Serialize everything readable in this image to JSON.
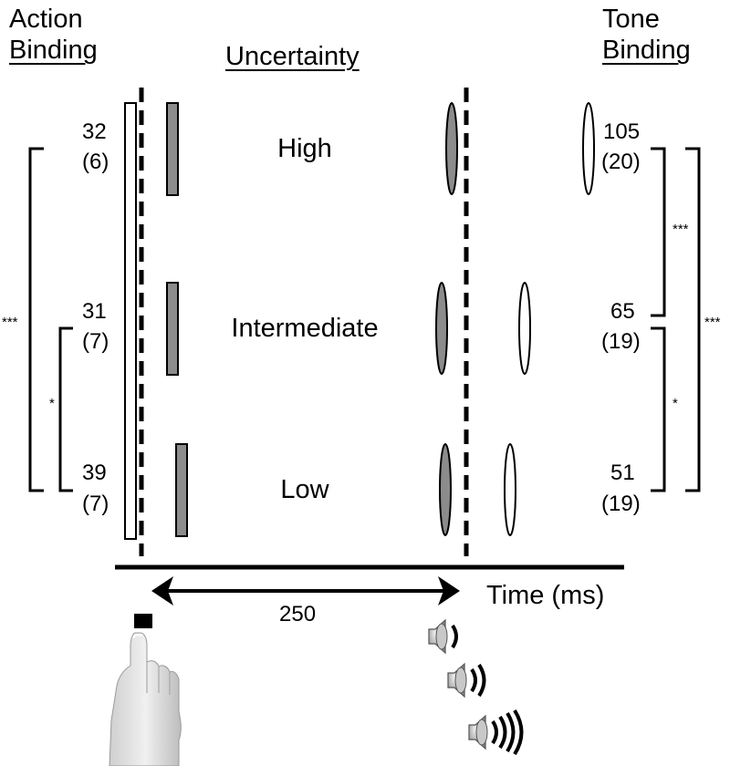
{
  "headers": {
    "action_binding": [
      "Action",
      "Binding"
    ],
    "uncertainty": "Uncertainty",
    "tone_binding": [
      "Tone",
      "Binding"
    ]
  },
  "conditions": [
    {
      "label": "High",
      "action_mean": "32",
      "action_sd": "(6)",
      "tone_mean": "105",
      "tone_sd": "(20)"
    },
    {
      "label": "Intermediate",
      "action_mean": "31",
      "action_sd": "(7)",
      "tone_mean": "65",
      "tone_sd": "(19)"
    },
    {
      "label": "Low",
      "action_mean": "39",
      "action_sd": "(7)",
      "tone_mean": "51",
      "tone_sd": "(19)"
    }
  ],
  "significance": {
    "action_high_low": "***",
    "action_intermediate_low": "*",
    "tone_high_intermediate": "***",
    "tone_intermediate_low": "*",
    "tone_high_low": "***"
  },
  "time_axis": {
    "label": "Time (ms)",
    "interval": "250"
  },
  "colors": {
    "ink": "#000000",
    "gray_fill": "#8c8c8c",
    "paper": "#ffffff"
  },
  "icons": [
    "hand-pressing-key-icon",
    "speaker-icon"
  ]
}
